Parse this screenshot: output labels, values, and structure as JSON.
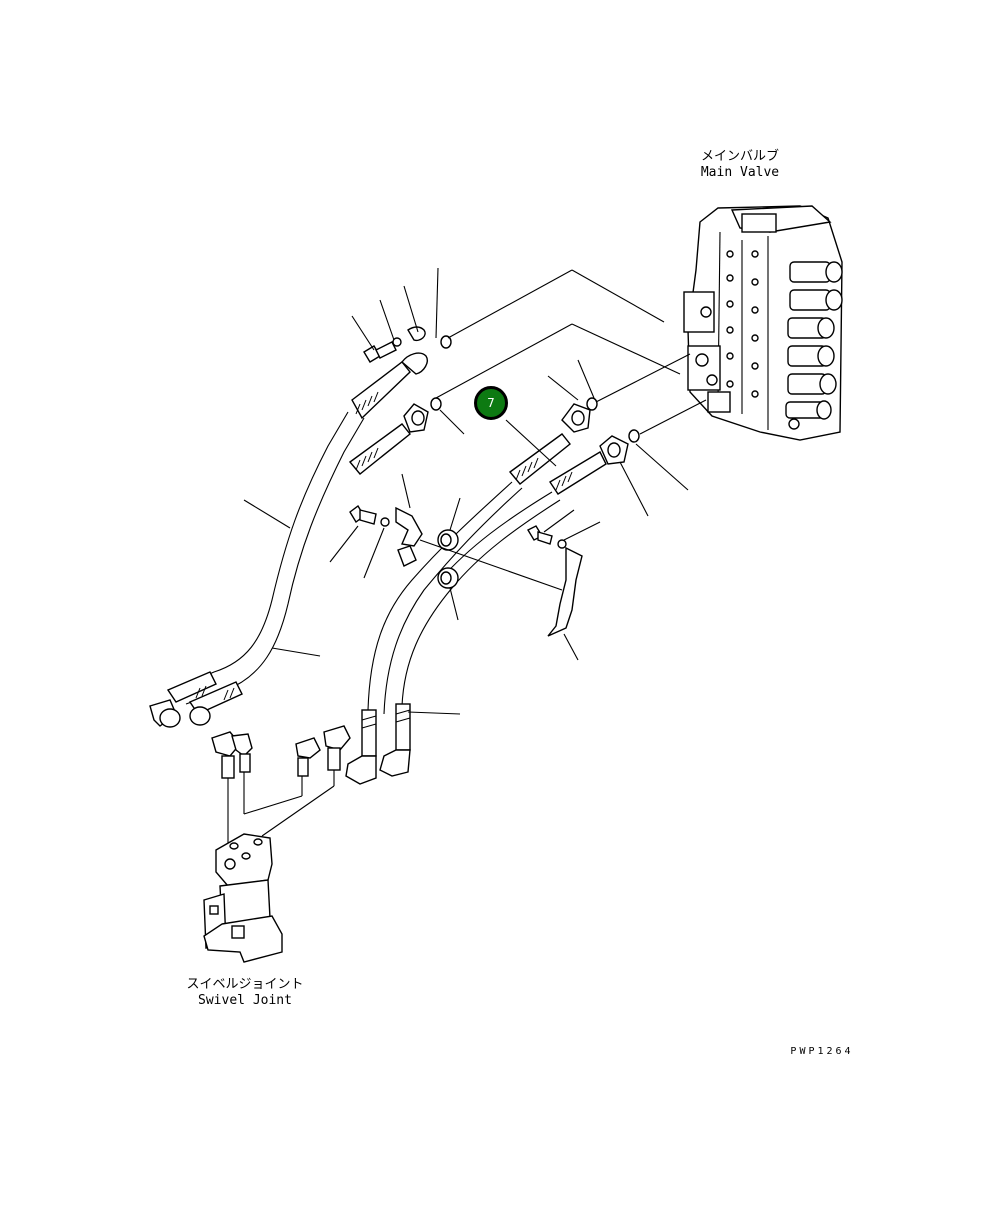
{
  "diagram": {
    "main_valve": {
      "label_jp": "メインバルブ",
      "label_en": "Main Valve"
    },
    "swivel_joint": {
      "label_jp": "スイベルジョイント",
      "label_en": "Swivel Joint"
    },
    "drawing_number": "PWP1264",
    "callouts": [
      {
        "number": "7",
        "color": "#0d7a12"
      }
    ]
  }
}
